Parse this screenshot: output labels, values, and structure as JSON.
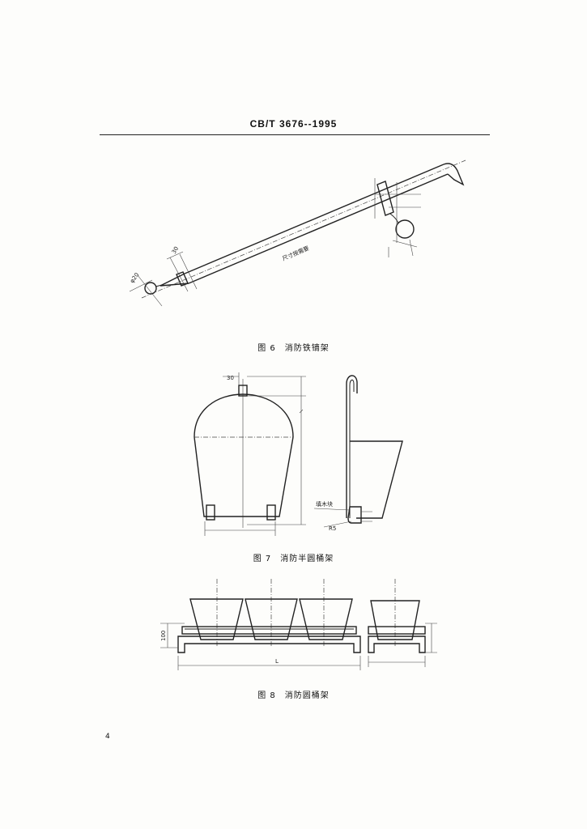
{
  "header": {
    "standard_number": "CB/T 3676--1995"
  },
  "figure6": {
    "caption": "图 6　消防铁镝架",
    "labels": {
      "dim_top": "30",
      "phi": "φ20",
      "bar_note": "尺寸按需要"
    }
  },
  "figure7": {
    "caption": "图 7　消防半圆桶架",
    "labels": {
      "hook_width": "30",
      "wood_block": "填木块",
      "radius": "R5"
    }
  },
  "figure8": {
    "caption": "图 8　消防圆桶架",
    "labels": {
      "height": "100",
      "length": "L"
    }
  },
  "page_number": "4"
}
